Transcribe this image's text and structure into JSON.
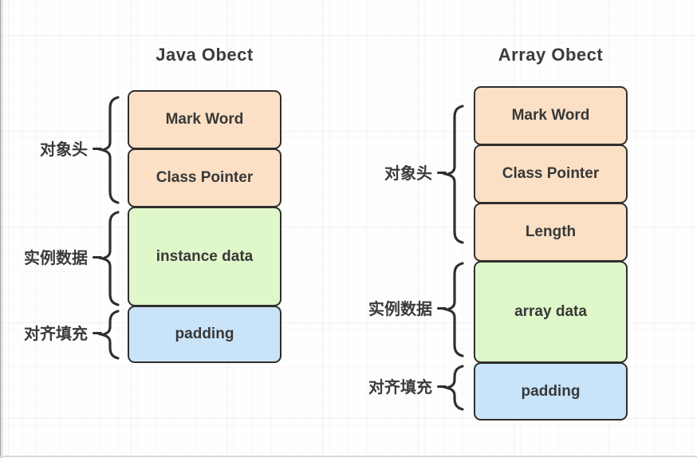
{
  "colors": {
    "header_fill": "#FBE0C5",
    "instance_fill": "#E0F7C9",
    "padding_fill": "#C9E3F8",
    "stroke": "#2F2F2F",
    "text": "#3B3B3B"
  },
  "diagrams": [
    {
      "title": "Java Obect",
      "groups": [
        {
          "label": "对象头",
          "boxes": [
            {
              "label": "Mark Word"
            },
            {
              "label": "Class Pointer"
            }
          ]
        },
        {
          "label": "实例数据",
          "boxes": [
            {
              "label": "instance data"
            }
          ]
        },
        {
          "label": "对齐填充",
          "boxes": [
            {
              "label": "padding"
            }
          ]
        }
      ]
    },
    {
      "title": "Array Obect",
      "groups": [
        {
          "label": "对象头",
          "boxes": [
            {
              "label": "Mark Word"
            },
            {
              "label": "Class Pointer"
            },
            {
              "label": "Length"
            }
          ]
        },
        {
          "label": "实例数据",
          "boxes": [
            {
              "label": "array data"
            }
          ]
        },
        {
          "label": "对齐填充",
          "boxes": [
            {
              "label": "padding"
            }
          ]
        }
      ]
    }
  ]
}
